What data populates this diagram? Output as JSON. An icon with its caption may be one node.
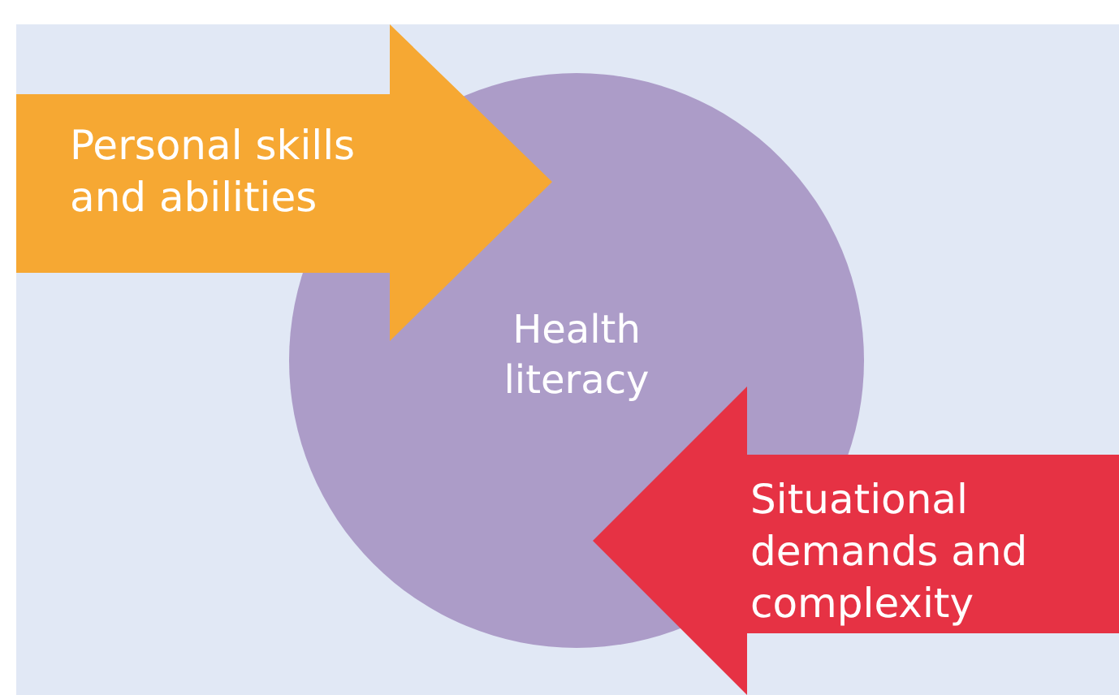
{
  "diagram": {
    "nodes": [
      {
        "text": [
          "Health literacy"
        ]
      },
      {
        "text": [
          "Personal skills and abilities"
        ]
      },
      {
        "text": [
          "Situational demands and complexity"
        ]
      }
    ]
  }
}
